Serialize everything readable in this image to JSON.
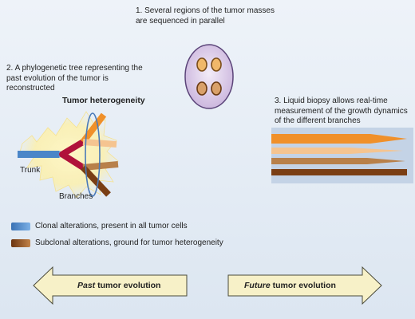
{
  "steps": {
    "step1": "1. Several regions of the tumor masses are sequenced in parallel",
    "step2": "2. A phylogenetic tree representing the past evolution of the tumor is reconstructed",
    "step3": "3. Liquid biopsy allows real-time measurement of the growth dynamics of the different branches"
  },
  "tree": {
    "heading": "Tumor heterogeneity",
    "trunk_label": "Trunk",
    "branches_label": "Branches"
  },
  "legend": [
    {
      "text": "Clonal alterations, present in all tumor cells",
      "color": "#4a86c8"
    },
    {
      "text": "Subclonal alterations, ground for tumor heterogeneity",
      "color": "#8a4a1c"
    }
  ],
  "timeline": {
    "past_emph": "Past",
    "past_rest": " tumor evolution",
    "future_emph": "Future",
    "future_rest": " tumor evolution"
  },
  "colors": {
    "clonal": "#4a86c8",
    "trunk_join": "#b0123a",
    "branch_orange": "#f0902a",
    "branch_peach": "#f5c490",
    "branch_tan": "#b8804a",
    "branch_brown": "#7a3e14",
    "arrow_fill": "#f7f1c8"
  }
}
